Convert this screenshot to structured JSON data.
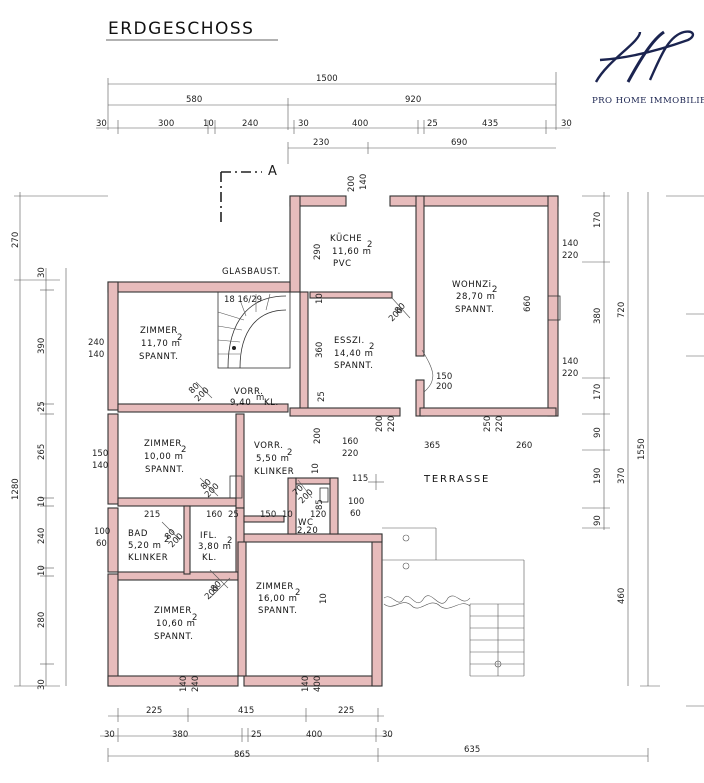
{
  "title": "ERDGESCHOSS",
  "section_marker": "A",
  "brand": {
    "name": "PRO HOME IMMOBILIEN",
    "logo_color": "#1b2450"
  },
  "colors": {
    "wall_fill": "#e7bcbc",
    "line": "#333333"
  },
  "rooms": {
    "kueche": {
      "name": "KÜCHE",
      "area": "11,60 m",
      "floor": "PVC"
    },
    "wohnzi": {
      "name": "WOHNZi.",
      "area": "28,70 m",
      "floor": "SPANNT."
    },
    "esszi": {
      "name": "ESSZI.",
      "area": "14,40 m",
      "floor": "SPANNT."
    },
    "zimmer1": {
      "name": "ZIMMER",
      "area": "11,70 m",
      "floor": "SPANNT."
    },
    "zimmer2": {
      "name": "ZIMMER",
      "area": "10,00 m",
      "floor": "SPANNT."
    },
    "zimmer3": {
      "name": "ZIMMER",
      "area": "10,60 m",
      "floor": "SPANNT."
    },
    "zimmer4": {
      "name": "ZIMMER",
      "area": "16,00 m",
      "floor": "SPANNT."
    },
    "vorr1": {
      "name": "VORR.",
      "area": "9,40",
      "floor": "KL."
    },
    "vorr2": {
      "name": "VORR.",
      "area": "5,50 m",
      "floor": "KLINKER"
    },
    "bad": {
      "name": "BAD",
      "area": "5,20 m",
      "floor": "KLINKER"
    },
    "ifl": {
      "name": "IFL.",
      "area": "3,80 m",
      "floor": "KL."
    },
    "wc": {
      "name": "WC",
      "area": "2,20"
    },
    "glasbaust": "GLASBAUST.",
    "terrasse": "TERRASSE",
    "stairs": "18 16/29",
    "sup2": "2",
    "sup_m": "m"
  },
  "dims": {
    "top_total": "1500",
    "top_a": "580",
    "top_b": "920",
    "top_r1": [
      "30",
      "300",
      "10",
      "240",
      "30",
      "400",
      "25",
      "435",
      "30"
    ],
    "top_r2": [
      "230",
      "690"
    ],
    "bottom_r1": [
      "225",
      "415",
      "225"
    ],
    "bottom_r2": [
      "30",
      "380",
      "25",
      "400",
      "30"
    ],
    "bottom_r3": [
      "865",
      "635"
    ],
    "left_outer": "1280",
    "left_270": "270",
    "left_inner": [
      "30",
      "390",
      "25",
      "265",
      "10",
      "240",
      "10",
      "280",
      "30"
    ],
    "right_total": "1550",
    "right_inner": [
      "170",
      "380",
      "170",
      "90",
      "190",
      "90"
    ],
    "right_mid": [
      "720",
      "370"
    ],
    "right_460": "460",
    "windows": [
      "200",
      "140",
      "240",
      "140",
      "150",
      "140",
      "100",
      "60",
      "140",
      "220",
      "140",
      "220",
      "160",
      "220",
      "200",
      "220",
      "250",
      "220",
      "365",
      "260",
      "115",
      "100",
      "60",
      "215",
      "160",
      "25",
      "150",
      "10",
      "120",
      "290",
      "10",
      "360",
      "25",
      "80",
      "200",
      "80",
      "200",
      "80",
      "200",
      "80",
      "200",
      "80",
      "200",
      "150",
      "200",
      "70",
      "200",
      "85",
      "10",
      "660",
      "200",
      "140",
      "240",
      "140",
      "400",
      "10"
    ]
  }
}
